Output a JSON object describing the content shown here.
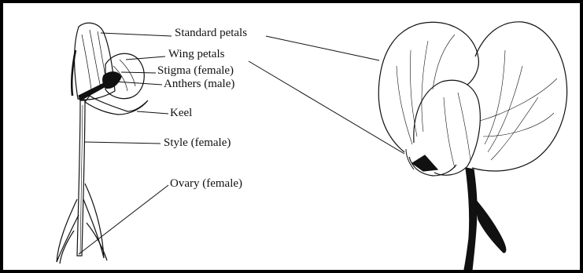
{
  "labels": {
    "standard_petals": "Standard petals",
    "wing_petals": "Wing petals",
    "stigma": "Stigma (female)",
    "anthers": "Anthers (male)",
    "keel": "Keel",
    "style": "Style (female)",
    "ovary": "Ovary (female)"
  },
  "colors": {
    "line": "#111111",
    "background": "#ffffff"
  }
}
